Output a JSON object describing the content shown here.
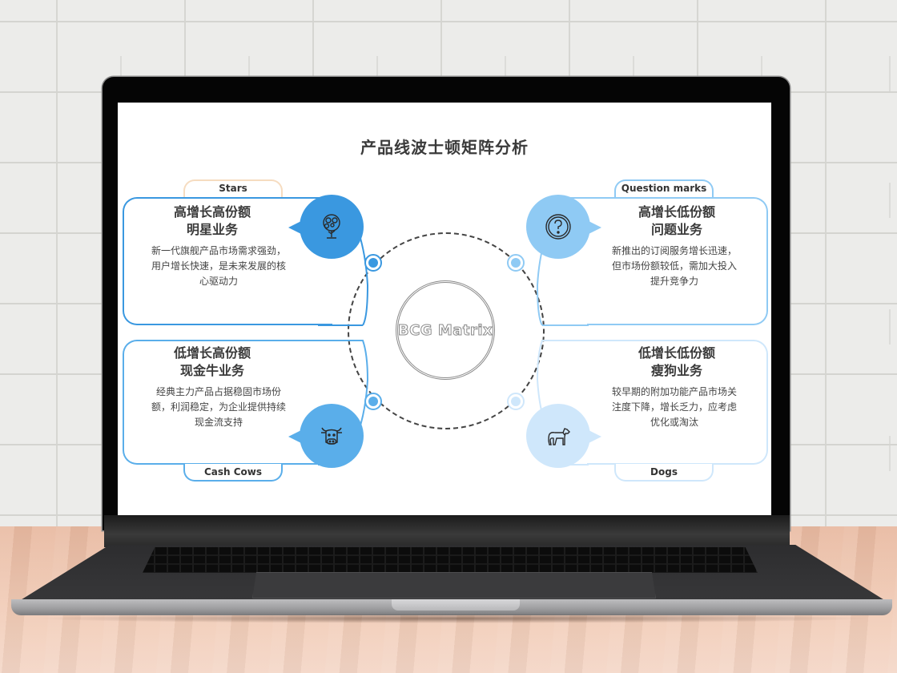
{
  "slide": {
    "title": "产品线波士顿矩阵分析",
    "center_label": "BCG Matrix",
    "colors": {
      "stars": "#3a98e0",
      "question_marks": "#8fcaf4",
      "cash_cows": "#5aaeea",
      "dogs": "#cfe7fb",
      "text": "#3a3a3a",
      "stars_tab_border": "#f6dcc0"
    },
    "quadrants": {
      "stars": {
        "tab": "Stars",
        "heading_line1": "高增长高份额",
        "heading_line2": "明星业务",
        "description": "新一代旗舰产品市场需求强劲，用户增长快速，是未来发展的核心驱动力",
        "icon": "money-tree-icon"
      },
      "question_marks": {
        "tab": "Question marks",
        "heading_line1": "高增长低份额",
        "heading_line2": "问题业务",
        "description": "新推出的订阅服务增长迅速，但市场份额较低，需加大投入提升竞争力",
        "icon": "question-mark-icon"
      },
      "cash_cows": {
        "tab": "Cash Cows",
        "heading_line1": "低增长高份额",
        "heading_line2": "现金牛业务",
        "description": "经典主力产品占据稳固市场份额，利润稳定，为企业提供持续现金流支持",
        "icon": "cow-icon"
      },
      "dogs": {
        "tab": "Dogs",
        "heading_line1": "低增长低份额",
        "heading_line2": "瘦狗业务",
        "description": "较早期的附加功能产品市场关注度下降，增长乏力，应考虑优化或淘汰",
        "icon": "dog-icon"
      }
    }
  }
}
